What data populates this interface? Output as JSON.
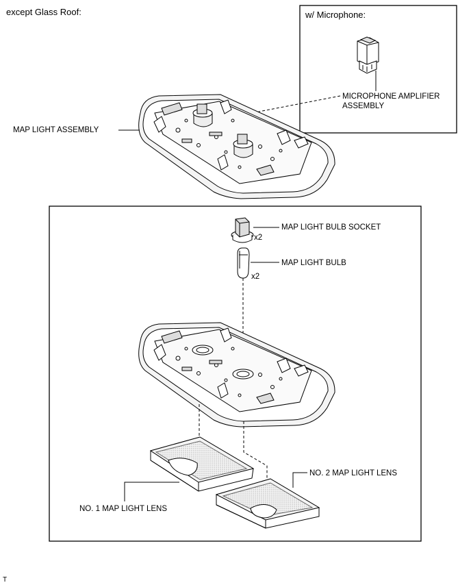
{
  "top_section": {
    "condition": "except Glass Roof:",
    "map_light_assembly": "MAP LIGHT ASSEMBLY"
  },
  "microphone_box": {
    "condition": "w/ Microphone:",
    "part_line1": "MICROPHONE AMPLIFIER",
    "part_line2": "ASSEMBLY"
  },
  "detail_box": {
    "bulb_socket": "MAP LIGHT BULB SOCKET",
    "bulb_socket_qty": "x2",
    "bulb": "MAP LIGHT BULB",
    "bulb_qty": "x2",
    "lens_1": "NO. 1 MAP LIGHT LENS",
    "lens_2": "NO. 2 MAP LIGHT LENS"
  },
  "footer": {
    "mark": "T"
  }
}
